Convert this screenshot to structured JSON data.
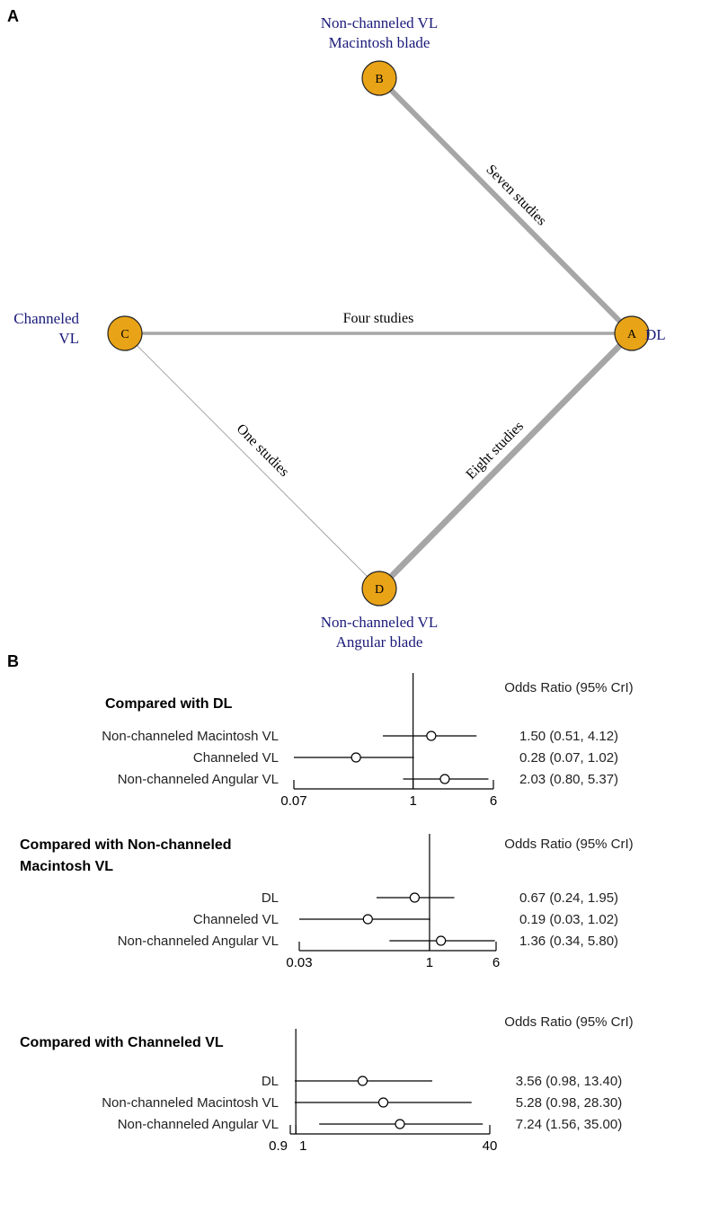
{
  "panels": {
    "a": "A",
    "b": "B"
  },
  "network": {
    "nodes": [
      {
        "id": "A",
        "label_lines": [
          "DL"
        ],
        "label_pos": "right"
      },
      {
        "id": "B",
        "label_lines": [
          "Non-channeled VL",
          "Macintosh blade"
        ],
        "label_pos": "top"
      },
      {
        "id": "C",
        "label_lines": [
          "Channeled",
          "VL"
        ],
        "label_pos": "left"
      },
      {
        "id": "D",
        "label_lines": [
          "Non-channeled VL",
          "Angular blade"
        ],
        "label_pos": "bottom"
      }
    ],
    "edges": [
      {
        "from": "B",
        "to": "A",
        "label": "Seven studies",
        "studies": 7
      },
      {
        "from": "C",
        "to": "A",
        "label": "Four studies",
        "studies": 4
      },
      {
        "from": "C",
        "to": "D",
        "label": "One studies",
        "studies": 1
      },
      {
        "from": "D",
        "to": "A",
        "label": "Eight studies",
        "studies": 8
      }
    ],
    "node_color": "#E8A317"
  },
  "chart_data": [
    {
      "type": "forest",
      "title_lines": [
        "Compared with DL"
      ],
      "header": "Odds Ratio (95% CrI)",
      "scale": "log",
      "xlim": [
        0.07,
        6
      ],
      "ticks": [
        {
          "v": 0.07,
          "t": "0.07"
        },
        {
          "v": 1,
          "t": "1"
        },
        {
          "v": 6,
          "t": "6"
        }
      ],
      "reference": 1,
      "rows": [
        {
          "label": "Non-channeled Macintosh VL",
          "or": 1.5,
          "lo": 0.51,
          "hi": 4.12,
          "text": "1.50 (0.51, 4.12)"
        },
        {
          "label": "Channeled VL",
          "or": 0.28,
          "lo": 0.07,
          "hi": 1.02,
          "text": "0.28 (0.07, 1.02)"
        },
        {
          "label": "Non-channeled Angular VL",
          "or": 2.03,
          "lo": 0.8,
          "hi": 5.37,
          "text": "2.03 (0.80, 5.37)"
        }
      ]
    },
    {
      "type": "forest",
      "title_lines": [
        "Compared with Non-channeled",
        "Macintosh VL"
      ],
      "header": "Odds Ratio (95% CrI)",
      "scale": "log",
      "xlim": [
        0.03,
        6
      ],
      "ticks": [
        {
          "v": 0.03,
          "t": "0.03"
        },
        {
          "v": 1,
          "t": "1"
        },
        {
          "v": 6,
          "t": "6"
        }
      ],
      "reference": 1,
      "rows": [
        {
          "label": "DL",
          "or": 0.67,
          "lo": 0.24,
          "hi": 1.95,
          "text": "0.67 (0.24, 1.95)"
        },
        {
          "label": "Channeled VL",
          "or": 0.19,
          "lo": 0.03,
          "hi": 1.02,
          "text": "0.19 (0.03, 1.02)"
        },
        {
          "label": "Non-channeled Angular VL",
          "or": 1.36,
          "lo": 0.34,
          "hi": 5.8,
          "text": "1.36 (0.34, 5.80)"
        }
      ]
    },
    {
      "type": "forest",
      "title_lines": [
        "Compared with Channeled VL"
      ],
      "header": "Odds Ratio (95% CrI)",
      "scale": "log",
      "xlim": [
        0.9,
        40
      ],
      "ticks": [
        {
          "v": 0.9,
          "t": "0.9"
        },
        {
          "v": 1,
          "t": "1"
        },
        {
          "v": 40,
          "t": "40"
        }
      ],
      "reference": 1,
      "rows": [
        {
          "label": "DL",
          "or": 3.56,
          "lo": 0.98,
          "hi": 13.4,
          "text": "3.56 (0.98, 13.40)"
        },
        {
          "label": "Non-channeled Macintosh VL",
          "or": 5.28,
          "lo": 0.98,
          "hi": 28.3,
          "text": "5.28 (0.98, 28.30)"
        },
        {
          "label": "Non-channeled Angular VL",
          "or": 7.24,
          "lo": 1.56,
          "hi": 35.0,
          "text": "7.24 (1.56,  35.00)"
        }
      ]
    }
  ]
}
